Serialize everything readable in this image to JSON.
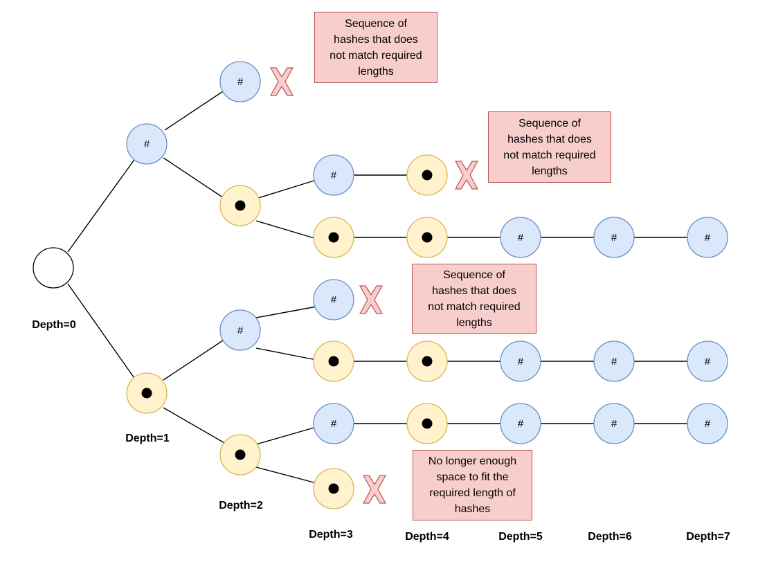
{
  "node_hash_symbol": "#",
  "colors": {
    "hash_fill": "#dae8fc",
    "hash_stroke": "#6c8ebf",
    "dot_fill": "#fff2cc",
    "dot_stroke": "#d6b656",
    "note_fill": "#f8cecc",
    "note_stroke": "#b85450",
    "edge": "#000000"
  },
  "depth_labels": [
    "Depth=0",
    "Depth=1",
    "Depth=2",
    "Depth=3",
    "Depth=4",
    "Depth=5",
    "Depth=6",
    "Depth=7"
  ],
  "notes": [
    {
      "lines": [
        "Sequence of",
        "hashes that does",
        "not match required",
        "lengths"
      ]
    },
    {
      "lines": [
        "Sequence of",
        "hashes that does",
        "not match required",
        "lengths"
      ]
    },
    {
      "lines": [
        "Sequence of",
        "hashes that does",
        "not match required",
        "lengths"
      ]
    },
    {
      "lines": [
        "No longer enough",
        "space to fit the",
        "required length of",
        "hashes"
      ]
    }
  ]
}
